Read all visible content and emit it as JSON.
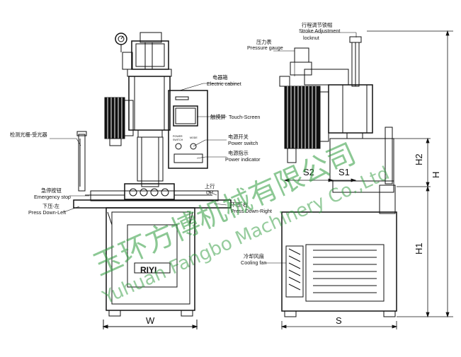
{
  "labels": {
    "electric_cabinet_cn": "电器箱",
    "electric_cabinet_en": "Electric cabinet",
    "touch_screen_cn": "触摸屏",
    "touch_screen_en": "Touch-Screen",
    "power_switch_cn": "电源开关",
    "power_switch_en": "Power switch",
    "power_indicator_cn": "电源指示",
    "power_indicator_en": "Power indicator",
    "light_curtain_cn": "检测光栅-受光器",
    "emergency_stop_cn": "急停按钮",
    "emergency_stop_en": "Emergency stop",
    "press_down_left_cn": "下压-左",
    "press_down_left_en": "Press Down-Left",
    "up_cn": "上行",
    "up_en": "UP",
    "press_down_right_cn": "下压-右",
    "press_down_right_en": "Press Down-Right",
    "stroke_adjust_cn": "行程调节锁帽",
    "stroke_adjust_en": "Stroke Adjustment",
    "locknut": "locknut",
    "pressure_gauge_cn": "压力表",
    "pressure_gauge_en": "Pressure gauge",
    "cooling_fan_cn": "冷却风扇",
    "cooling_fan_en": "Cooling fan"
  },
  "dimensions": {
    "w": "W",
    "s": "S",
    "s1": "S1",
    "s2": "S2",
    "h": "H",
    "h1": "H1",
    "h2": "H2"
  },
  "brand": "RIYI",
  "panel": {
    "power": "POWER",
    "switch": "SWITCH",
    "mode": "MODE"
  },
  "watermark": {
    "chinese": "玉环方博机械有限公司",
    "english": "Yuhuan Fangbo Machinery Co.,Ltd"
  }
}
